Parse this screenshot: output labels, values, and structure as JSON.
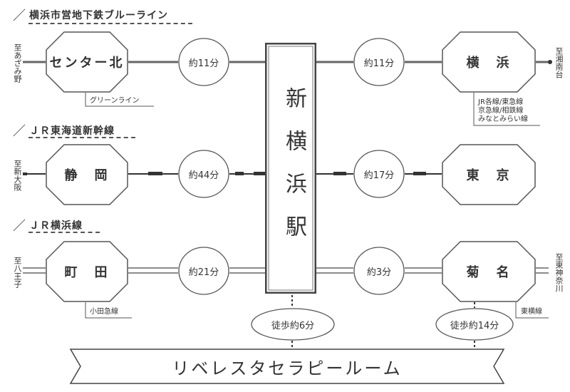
{
  "sections": {
    "blue_line": {
      "title": "横浜市営地下鉄ブルーライン"
    },
    "tokaido": {
      "title": "ＪＲ東海道新幹線"
    },
    "yokohama_line": {
      "title": "ＪＲ横浜線"
    }
  },
  "hub": {
    "name": "新横浜駅"
  },
  "routes": [
    {
      "left_direction": "至あざみ野",
      "left_station": "センター北",
      "left_time": "約11分",
      "right_time": "約11分",
      "right_station": "横　浜",
      "right_direction": "至湘南台",
      "left_note": "グリーンライン",
      "right_note": [
        "JR各線/東急線",
        "京急線/相鉄線",
        "みなとみらい線"
      ]
    },
    {
      "left_direction": "至新大阪",
      "left_station": "静　岡",
      "left_time": "約44分",
      "right_time": "約17分",
      "right_station": "東　京",
      "right_direction": ""
    },
    {
      "left_direction": "至八王子",
      "left_station": "町　田",
      "left_time": "約21分",
      "right_time": "約3分",
      "right_station": "菊　名",
      "right_direction": "至東神奈川",
      "left_note": "小田急線",
      "right_note": [
        "東横線"
      ]
    }
  ],
  "walk": {
    "left": "徒歩約6分",
    "right": "徒歩約14分"
  },
  "destination": {
    "name": "リベレスタセラピールーム"
  },
  "colors": {
    "ink": "#333333",
    "line": "#555555",
    "rail": "#666666"
  }
}
